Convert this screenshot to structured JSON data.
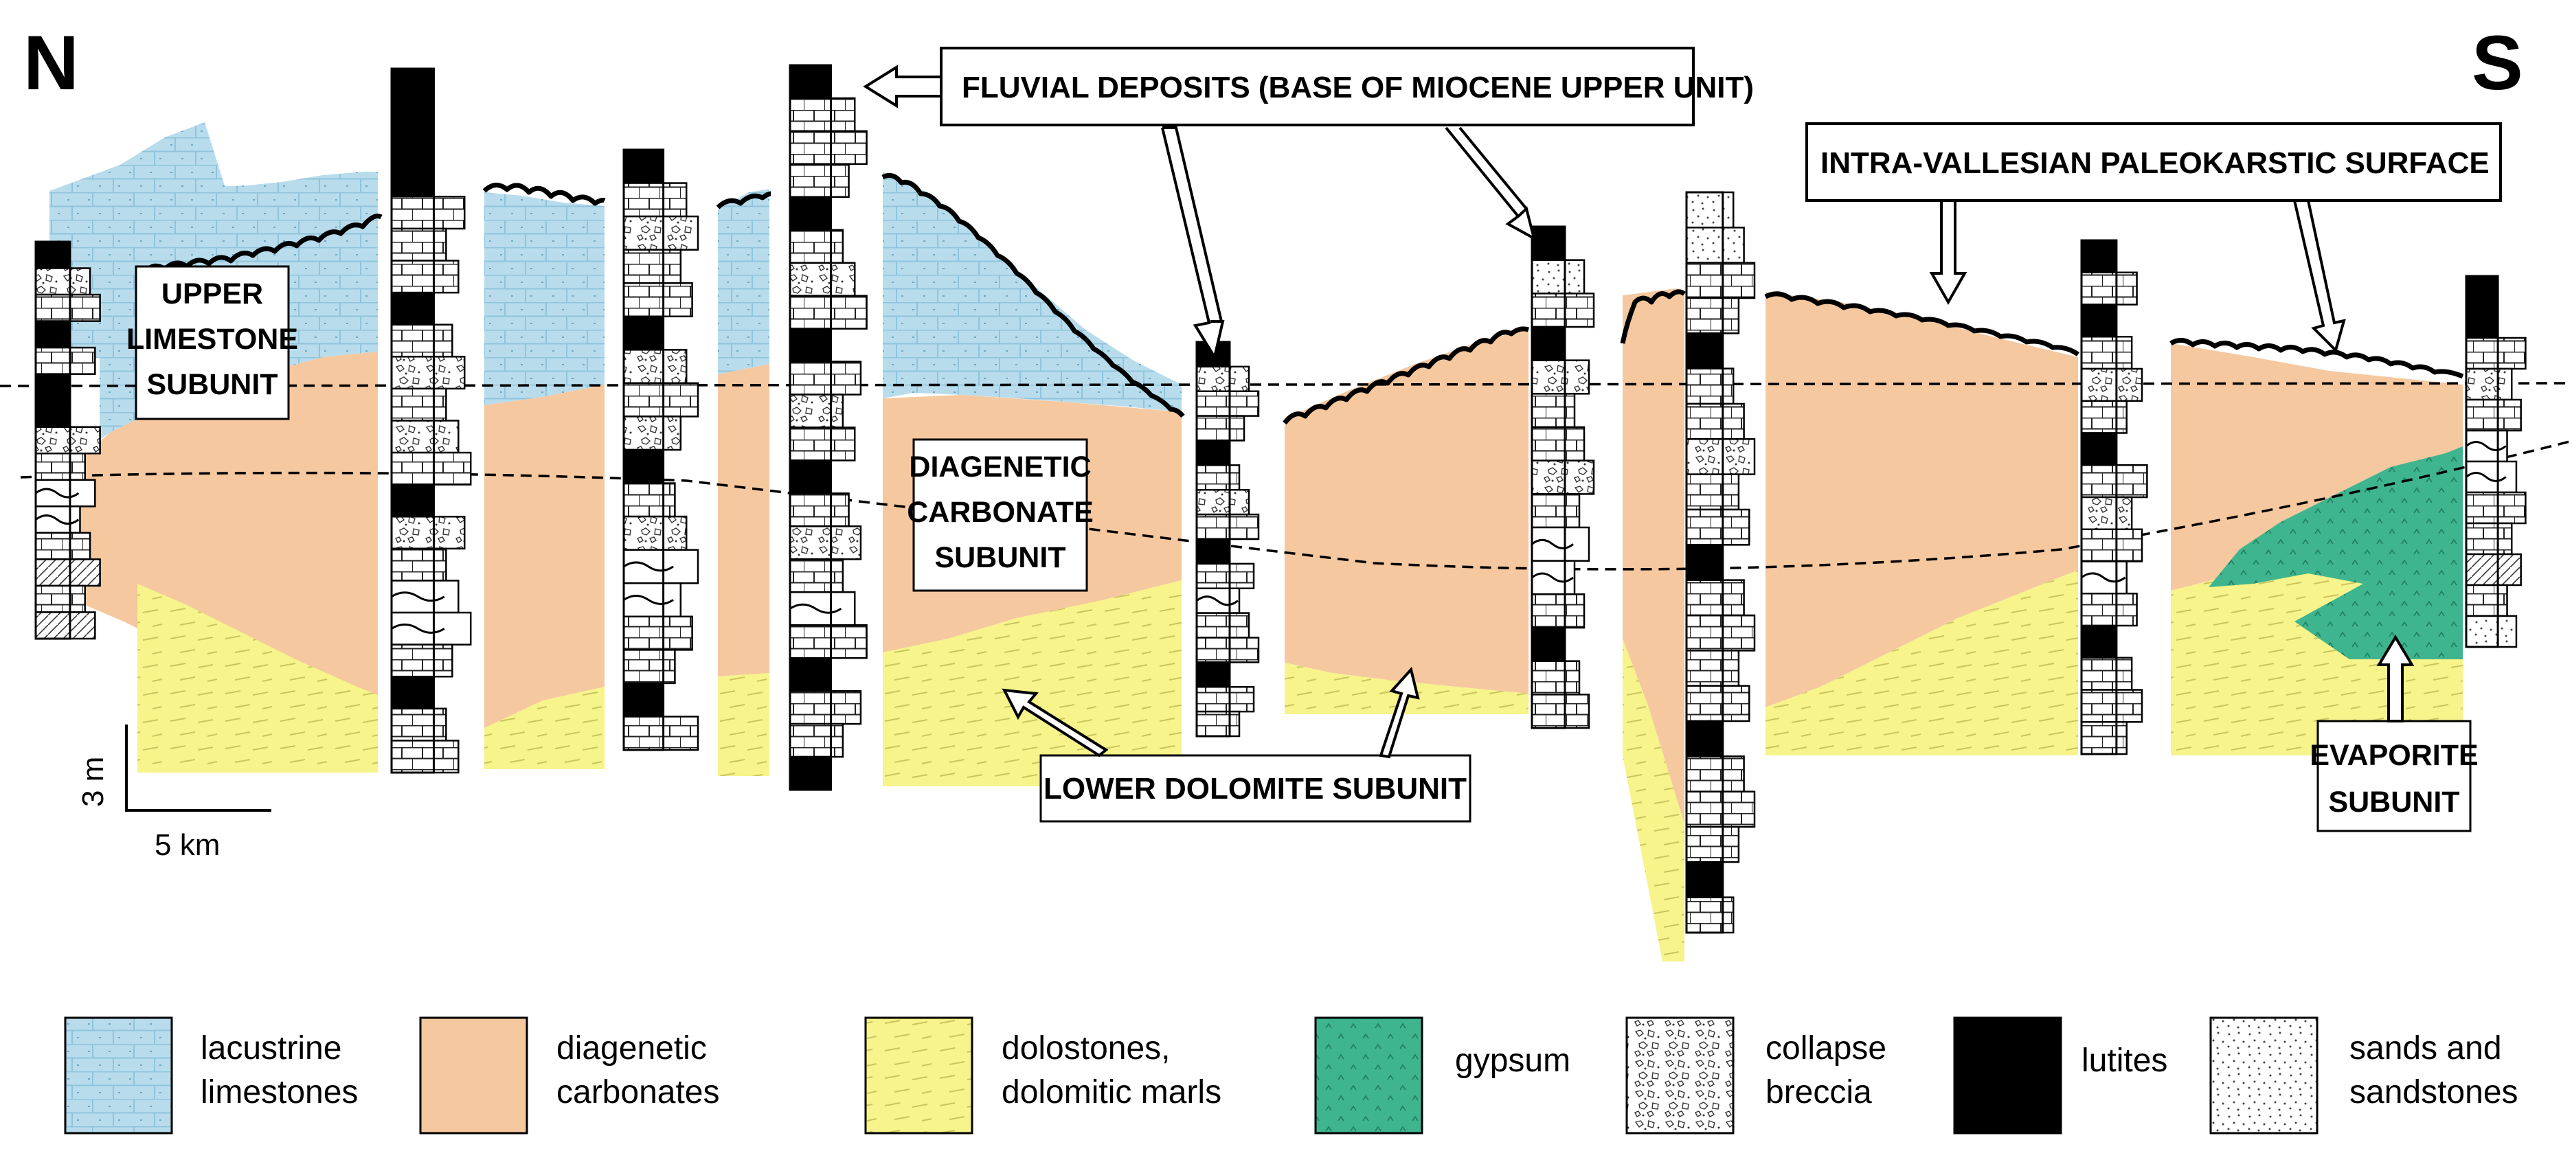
{
  "orientation": {
    "left": "N",
    "right": "S"
  },
  "labels": {
    "fluvial": "FLUVIAL DEPOSITS  (BASE OF MIOCENE UPPER UNIT)",
    "paleokarst": "INTRA-VALLESIAN  PALEOKARSTIC  SURFACE",
    "upper_limestone": [
      "UPPER",
      "LIMESTONE",
      "SUBUNIT"
    ],
    "diagenetic": [
      "DIAGENETIC",
      "CARBONATE",
      "SUBUNIT"
    ],
    "lower_dolomite": "LOWER DOLOMITE SUBUNIT",
    "evaporite": [
      "EVAPORITE",
      "SUBUNIT"
    ]
  },
  "scale": {
    "vertical": "3 m",
    "horizontal": "5 km"
  },
  "colors": {
    "lacustrine": "#b8dcec",
    "diagenetic": "#f5c8a0",
    "dolomite": "#f6f48a",
    "gypsum": "#3fb58f",
    "lutite": "#000000"
  },
  "legend": [
    {
      "id": "lacustrine",
      "lines": [
        "lacustrine",
        "limestones"
      ]
    },
    {
      "id": "diagenetic",
      "lines": [
        "diagenetic",
        "carbonates"
      ]
    },
    {
      "id": "dolomite",
      "lines": [
        "dolostones,",
        "dolomitic marls"
      ]
    },
    {
      "id": "gypsum",
      "lines": [
        "gypsum"
      ]
    },
    {
      "id": "breccia",
      "lines": [
        "collapse",
        "breccia"
      ]
    },
    {
      "id": "lutite",
      "lines": [
        "lutites"
      ]
    },
    {
      "id": "sands",
      "lines": [
        "sands and",
        "sandstones"
      ]
    }
  ]
}
